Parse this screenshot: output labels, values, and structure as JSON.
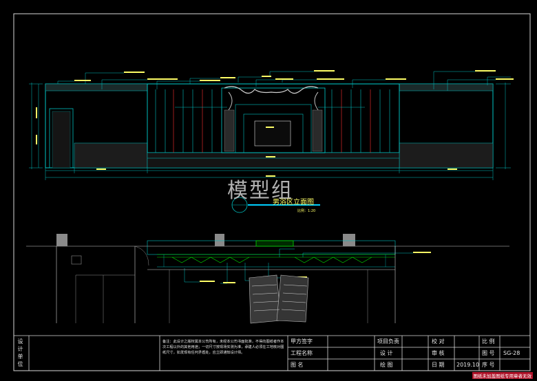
{
  "watermark": "模型组",
  "elevation_title": "男浴区立面图",
  "elevation_scale": "比例：1:20",
  "title_block": {
    "design_unit": "设计单位",
    "note": "备注：此设计之版权属本公司所有，未经本公司书面批准，不得向图纸者作本次工程以外的其他用途；一切尺寸按现场实测为准，承建人必须在工地核对图纸尺寸，如发现有任何矛盾处，应立即通知设计师。",
    "client_sign": "甲方签字",
    "project_name": "工程名称",
    "drawing_name": "图 名",
    "project_lead": "项目负责",
    "design": "设 计",
    "draw": "绘 图",
    "proofread": "校 对",
    "review": "审 核",
    "date_label": "日 期",
    "date_value": "2019.10",
    "scale_label": "比 例",
    "drawing_no_label": "图 号",
    "drawing_no_value": "SG-28",
    "sequence_label": "序 号"
  },
  "footer_note": "图纸未加盖图纸专用章者无效"
}
